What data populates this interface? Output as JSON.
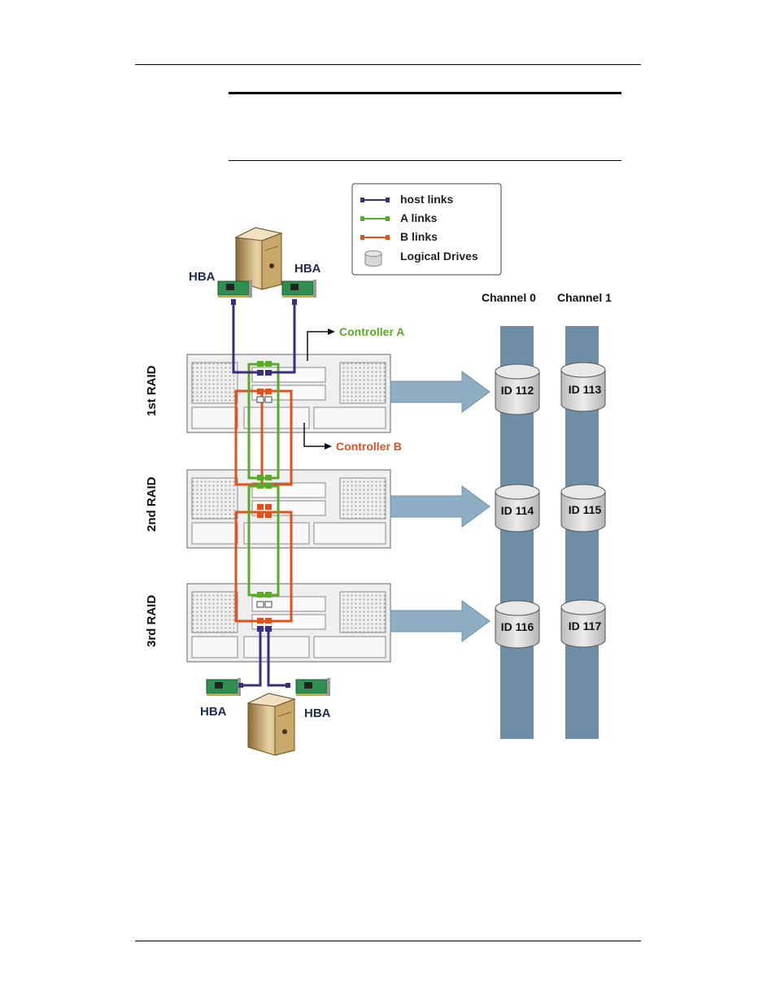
{
  "legend": {
    "host_links": "host links",
    "a_links": "A links",
    "b_links": "B links",
    "logical_drives": "Logical Drives"
  },
  "hba": {
    "top_left": "HBA",
    "top_right": "HBA",
    "bottom_left": "HBA",
    "bottom_right": "HBA"
  },
  "controllers": {
    "a": "Controller A",
    "b": "Controller B"
  },
  "raids": {
    "first": "1st RAID",
    "second": "2nd RAID",
    "third": "3rd RAID"
  },
  "channels": {
    "ch0": "Channel 0",
    "ch1": "Channel 1"
  },
  "drives": {
    "d112": "ID 112",
    "d113": "ID 113",
    "d114": "ID 114",
    "d115": "ID 115",
    "d116": "ID 116",
    "d117": "ID 117"
  },
  "colors": {
    "host": "#3b2e7e",
    "a_link": "#5aaa2a",
    "b_link": "#e0521c",
    "channel": "#6e8ea8",
    "arrow": "#8eaec4",
    "drive": "#d6d6d6"
  }
}
